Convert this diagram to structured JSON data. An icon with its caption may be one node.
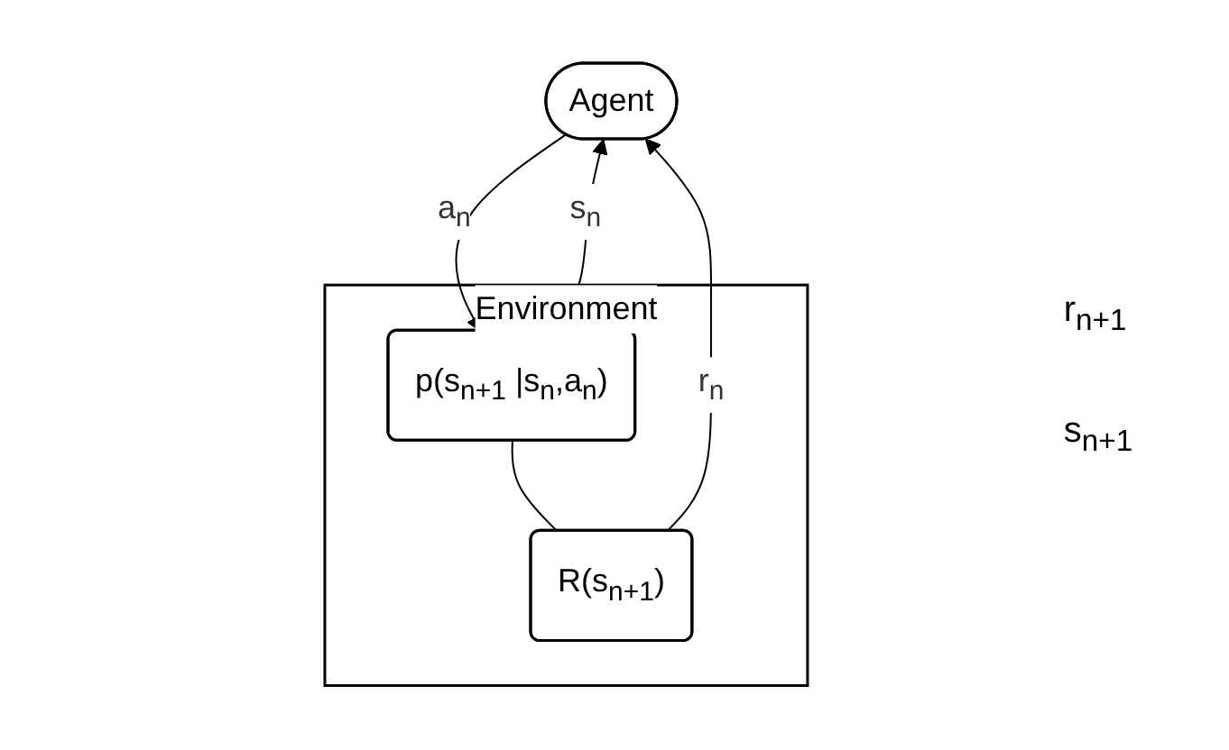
{
  "diagram": {
    "nodes": [
      {
        "text": [
          "Agent"
        ]
      },
      {
        "text": [
          "Environment"
        ]
      },
      {
        "text": [
          "R(s$_{n+1}$)"
        ],
        "in": 1
      },
      {
        "text": [
          "p(s$_{n+1}$ |s$_{n}$,a$_{n}$)"
        ],
        "in": 1
      }
    ],
    "edges": [
      {
        "from": 0,
        "to": 3,
        "arrow": "to",
        "label": "a$_{n}$"
      },
      {
        "from": 3,
        "to": 2,
        "arrow": "none"
      },
      {
        "from": 2,
        "to": 0,
        "arrow": "to",
        "label": "r$_{n}$"
      },
      {
        "from": 3,
        "to": 0,
        "arrow": "to",
        "label": "s$_{n}$"
      }
    ],
    "labels": [
      "r$_{n+1}$",
      "s$_{n+1}$"
    ]
  }
}
